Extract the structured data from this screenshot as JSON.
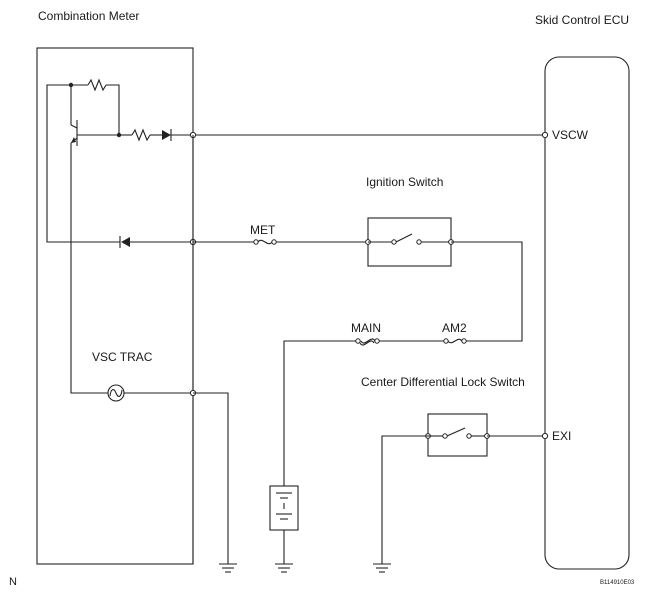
{
  "labels": {
    "combination_meter": "Combination Meter",
    "skid_control_ecu": "Skid Control ECU",
    "ignition_switch": "Ignition Switch",
    "met": "MET",
    "main": "MAIN",
    "am2": "AM2",
    "vsc_trac": "VSC TRAC",
    "center_diff_lock_switch": "Center Differential Lock Switch",
    "vscw": "VSCW",
    "exi": "EXI",
    "corner_n": "N",
    "figure_code": "B114910E03"
  },
  "colors": {
    "line": "#222222",
    "background": "#ffffff"
  }
}
